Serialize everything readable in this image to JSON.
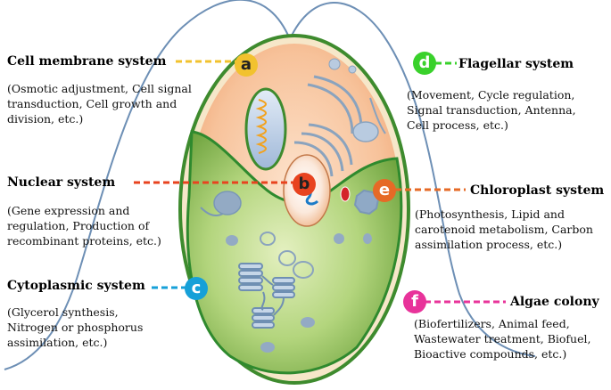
{
  "systems": [
    {
      "letter": "a",
      "title": "Cell membrane system",
      "desc": "(Osmotic adjustment, Cell signal transduction, Cell growth and division, etc.)",
      "color": "#f2c22e"
    },
    {
      "letter": "b",
      "title": "Nuclear system",
      "desc": "(Gene expression and regulation, Production of recombinant proteins, etc.)",
      "color": "#e8431f"
    },
    {
      "letter": "c",
      "title": "Cytoplasmic system",
      "desc": "(Glycerol synthesis, Nitrogen or phosphorus assimilation, etc.)",
      "color": "#16a0d8"
    },
    {
      "letter": "d",
      "title": "Flagellar system",
      "desc": "(Movement, Cycle regulation, Signal transduction, Antenna, Cell process, etc.)",
      "color": "#39d12b"
    },
    {
      "letter": "e",
      "title": "Chloroplast system",
      "desc": "(Photosynthesis, Lipid and carotenoid metabolism, Carbon assimilation process, etc.)",
      "color": "#e66a26"
    },
    {
      "letter": "f",
      "title": "Algae colony",
      "desc": "(Biofertilizers, Animal feed, Wastewater treatment, Biofuel, Bioactive compounds, etc.)",
      "color": "#e8339a"
    }
  ]
}
